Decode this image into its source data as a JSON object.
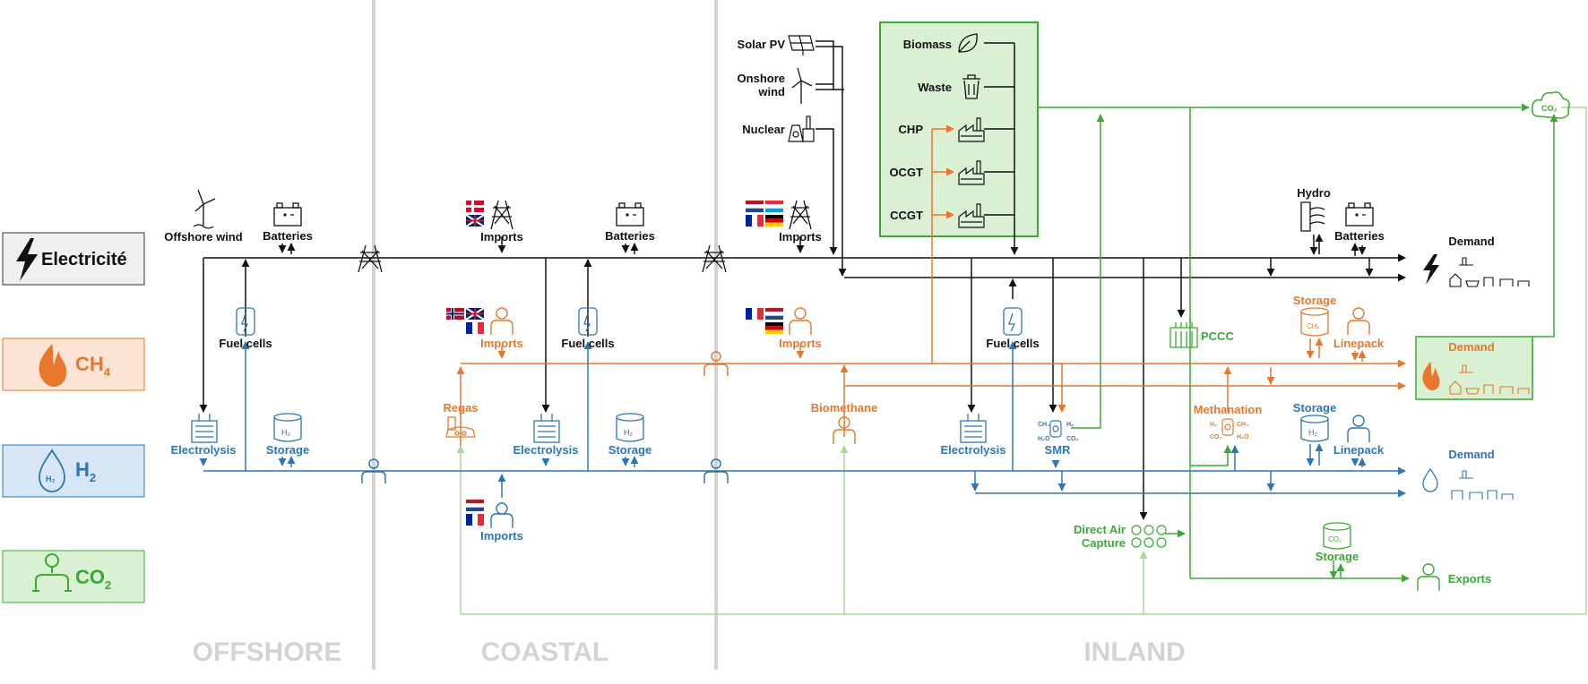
{
  "legend": {
    "electricity": "Electricité",
    "ch4": "CH",
    "ch4_sub": "4",
    "h2": "H",
    "h2_sub": "2",
    "co2": "CO",
    "co2_sub": "2"
  },
  "zones": {
    "offshore": "OFFSHORE",
    "coastal": "COASTAL",
    "inland": "INLAND"
  },
  "offshore": {
    "wind": "Offshore wind",
    "batteries": "Batteries",
    "fuel_cells": "Fuel cells",
    "electrolysis": "Electrolysis",
    "storage": "Storage"
  },
  "coastal": {
    "elec_imports": "Imports",
    "batteries": "Batteries",
    "ch4_imports": "Imports",
    "fuel_cells": "Fuel cells",
    "regas": "Regas",
    "electrolysis": "Electrolysis",
    "storage": "Storage",
    "h2_imports": "Imports"
  },
  "inland": {
    "solar": "Solar PV",
    "onshore_1": "Onshore",
    "onshore_2": "wind",
    "nuclear": "Nuclear",
    "biomass": "Biomass",
    "waste": "Waste",
    "chp": "CHP",
    "ocgt": "OCGT",
    "ccgt": "CCGT",
    "elec_imports": "Imports",
    "ch4_imports": "Imports",
    "biomethane": "Biomethane",
    "fuel_cells": "Fuel cells",
    "electrolysis": "Electrolysis",
    "smr": "SMR",
    "pccc": "PCCC",
    "dac_1": "Direct Air",
    "dac_2": "Capture",
    "methanation": "Methanation",
    "hydro": "Hydro",
    "batteries": "Batteries",
    "ch4_storage": "Storage",
    "linepack_ch4": "Linepack",
    "h2_storage": "Storage",
    "linepack_h2": "Linepack",
    "co2_storage": "Storage",
    "exports": "Exports"
  },
  "demand": {
    "electricity": "Demand",
    "ch4": "Demand",
    "h2": "Demand"
  },
  "colors": {
    "electricity": "#111111",
    "ch4": "#e8762b",
    "h2": "#2e75b6",
    "co2": "#3aaa35",
    "co2_light": "#a6d99a",
    "green_box": "#d9f0d3",
    "zone_divider": "#d3d3d3"
  }
}
